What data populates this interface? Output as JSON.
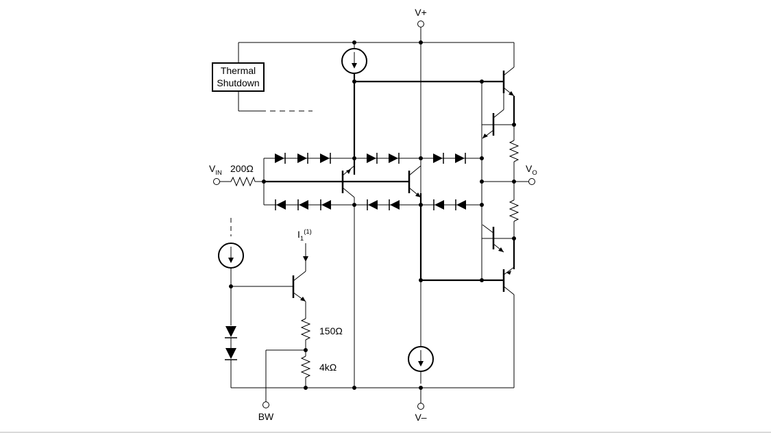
{
  "diagram": {
    "labels": {
      "v_plus": "V+",
      "v_minus": "V–",
      "v_in": "V",
      "v_in_sub": "IN",
      "v_out": "V",
      "v_out_sub": "O",
      "r_in": "200Ω",
      "r_150": "150Ω",
      "r_4k": "4kΩ",
      "bw": "BW",
      "i1": "I",
      "i1_sub": "1",
      "i1_note": "(1)",
      "thermal_line1": "Thermal",
      "thermal_line2": "Shutdown"
    }
  }
}
